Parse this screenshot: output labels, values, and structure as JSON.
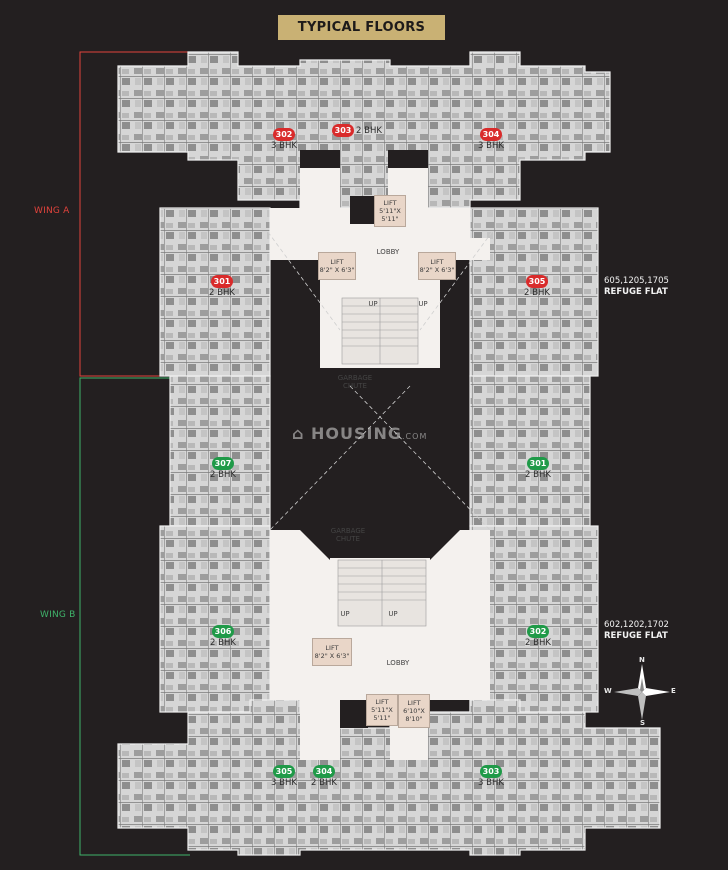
{
  "title": "TYPICAL FLOORS",
  "wings": [
    {
      "label": "WING A",
      "color": "#e1433c"
    },
    {
      "label": "WING B",
      "color": "#3fb36a"
    }
  ],
  "refuge_notes": [
    {
      "flats": "605,1205,1705",
      "label": "REFUGE FLAT"
    },
    {
      "flats": "602,1202,1702",
      "label": "REFUGE FLAT"
    }
  ],
  "units": [
    {
      "id": "302",
      "type": "3 BHK",
      "wing": "A",
      "badge_color": "red"
    },
    {
      "id": "303",
      "type": "2 BHK",
      "wing": "A",
      "badge_color": "red"
    },
    {
      "id": "304",
      "type": "3 BHK",
      "wing": "A",
      "badge_color": "red"
    },
    {
      "id": "301",
      "type": "2 BHK",
      "wing": "A",
      "badge_color": "red"
    },
    {
      "id": "305",
      "type": "2 BHK",
      "wing": "A",
      "badge_color": "red"
    },
    {
      "id": "307",
      "type": "2 BHK",
      "wing": "B",
      "badge_color": "green"
    },
    {
      "id": "301",
      "type": "2 BHK",
      "wing": "B",
      "badge_color": "green"
    },
    {
      "id": "306",
      "type": "2 BHK",
      "wing": "B",
      "badge_color": "green"
    },
    {
      "id": "302",
      "type": "2 BHK",
      "wing": "B",
      "badge_color": "green"
    },
    {
      "id": "305",
      "type": "3 BHK",
      "wing": "B",
      "badge_color": "green"
    },
    {
      "id": "304",
      "type": "2 BHK",
      "wing": "B",
      "badge_color": "green"
    },
    {
      "id": "303",
      "type": "3 BHK",
      "wing": "B",
      "badge_color": "green"
    }
  ],
  "core": {
    "lift_label": "LIFT",
    "lift_small_a": "5'11\"X 5'11\"",
    "lift_left_a": "8'2\" X 6'3\"",
    "lift_right_a": "8'2\" X 6'3\"",
    "lift_b": "8'2\" X 6'3\"",
    "lift_small_b": "5'11\"X 5'11\"",
    "lift_large_b": "6'10\"X 8'10\"",
    "lobby": "LOBBY",
    "up": "UP",
    "garbage_chute": "GARBAGE CHUTE"
  },
  "watermark": {
    "main": "HOUSING",
    "suffix": ".COM"
  },
  "compass": {
    "n": "N",
    "s": "S",
    "e": "E",
    "w": "W"
  },
  "colors": {
    "background": "#231f20",
    "banner": "#c9b174",
    "wing_a": "#e1433c",
    "wing_b": "#3fb36a",
    "badge_red": "#d92b2b",
    "badge_green": "#1f9a48"
  }
}
